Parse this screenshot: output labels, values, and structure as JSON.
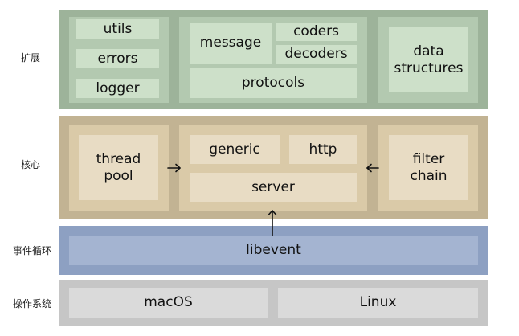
{
  "layers": {
    "extension": {
      "label": "扩展",
      "utils": "utils",
      "errors": "errors",
      "logger": "logger",
      "message": "message",
      "coders": "coders",
      "decoders": "decoders",
      "protocols": "protocols",
      "data_structures": "data\nstructures"
    },
    "core": {
      "label": "核心",
      "thread_pool": "thread\npool",
      "generic": "generic",
      "http": "http",
      "server": "server",
      "filter_chain": "filter\nchain"
    },
    "event_loop": {
      "label": "事件循环",
      "libevent": "libevent"
    },
    "os": {
      "label": "操作系统",
      "macos": "macOS",
      "linux": "Linux"
    }
  },
  "colors": {
    "extension": "#9db39a",
    "core": "#c2b393",
    "event_loop": "#8da0c2",
    "os": "#c6c6c6"
  }
}
